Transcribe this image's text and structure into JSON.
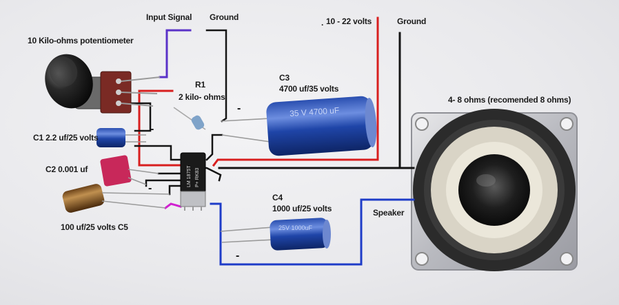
{
  "labels": {
    "input_signal": "Input Signal",
    "ground_top": "Ground",
    "supply_voltage": "10 - 22 volts",
    "ground_right": "Ground",
    "potentiometer": "10 Kilo-ohms potentiometer",
    "r1_name": "R1",
    "r1_value": "2 kilo- ohms",
    "c3_name": "C3",
    "c3_value": "4700 uf/35 volts",
    "speaker_impedance": "4- 8 ohms (recomended 8 ohms)",
    "c1": "C1 2.2 uf/25 volts",
    "c2": "C2 0.001 uf",
    "c4_name": "C4",
    "c4_value": "1000 uf/25 volts",
    "speaker": "Speaker",
    "c5": "100 uf/25 volts C5",
    "minus": "-",
    "dot": "."
  },
  "colors": {
    "positive_wire": "#d81e1e",
    "ground_wire": "#141414",
    "signal_wire": "#5a32c8",
    "speaker_wire": "#1e3cc8",
    "pin_wire": "#d020d0",
    "capacitor_blue": "#2050b8",
    "capacitor_c5": "#8a5a2a",
    "capacitor_c2": "#c8285a",
    "speaker_frame": "#c9cace",
    "speaker_cone": "#202020",
    "background": "#ececee"
  },
  "chip_text": [
    "LM 1875T",
    "P+ RK83"
  ],
  "capacitor_text": {
    "c3": "35 V  4700 uF",
    "c4": "25V 1000uF"
  },
  "icons": [
    "potentiometer-knob",
    "resistor",
    "ic-chip",
    "electrolytic-capacitor",
    "film-capacitor",
    "speaker"
  ]
}
